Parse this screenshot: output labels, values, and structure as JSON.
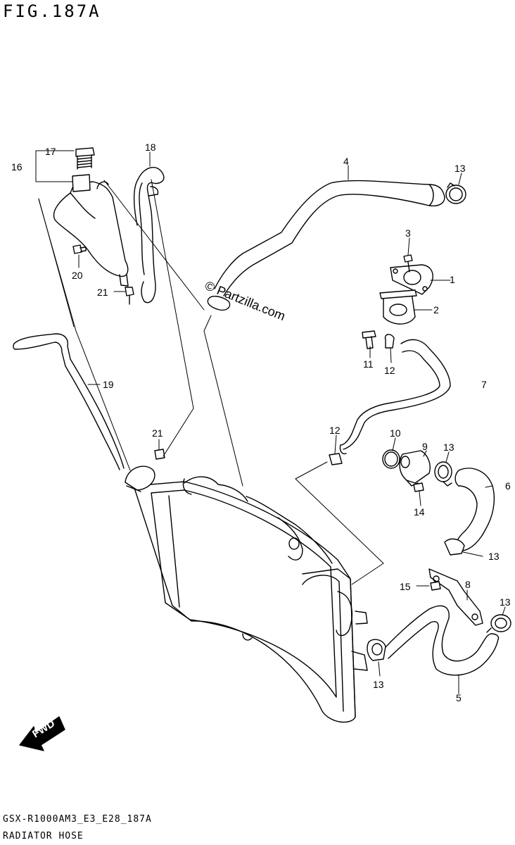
{
  "figure": {
    "title": "FIG.187A",
    "model_code": "GSX-R1000AM3_E3_E28_187A",
    "name": "RADIATOR HOSE",
    "watermark": "© Partzilla.com",
    "direction_label": "FWD"
  },
  "callouts": {
    "c1": "1",
    "c2": "2",
    "c3": "3",
    "c4": "4",
    "c5": "5",
    "c6": "6",
    "c7": "7",
    "c8": "8",
    "c9": "9",
    "c10": "10",
    "c11": "11",
    "c12a": "12",
    "c12b": "12",
    "c13a": "13",
    "c13b": "13",
    "c13c": "13",
    "c13d": "13",
    "c13e": "13",
    "c14": "14",
    "c15": "15",
    "c16": "16",
    "c17": "17",
    "c18": "18",
    "c19": "19",
    "c20": "20",
    "c21a": "21",
    "c21b": "21"
  }
}
